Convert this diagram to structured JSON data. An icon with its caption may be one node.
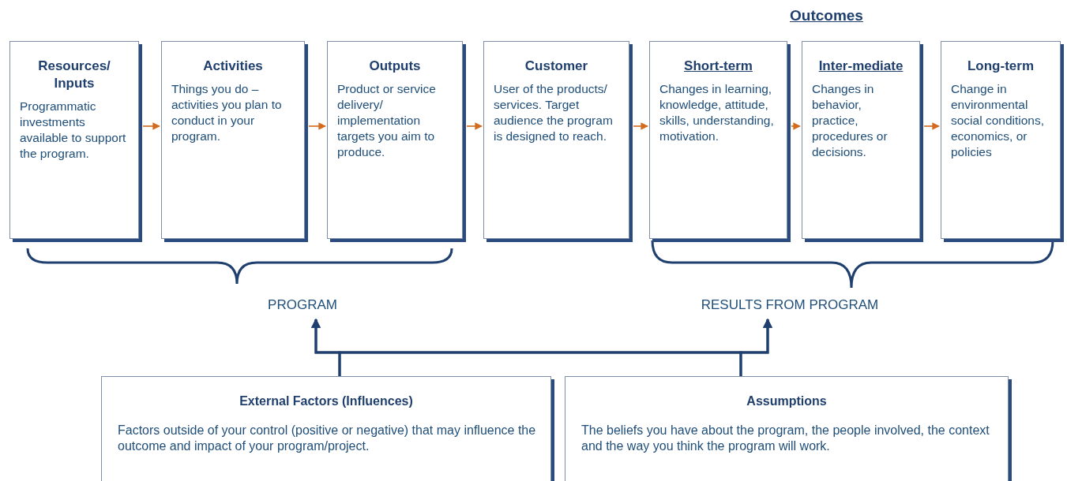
{
  "diagram": {
    "nodes": [
      {
        "text": [
          "Resources/ Inputs",
          "Programmatic investments available to support the program."
        ]
      },
      {
        "text": [
          "Activities",
          "Things you do – activities you plan to conduct in your program."
        ]
      },
      {
        "text": [
          "Outputs",
          "Product or service delivery/ implementation targets you aim to produce."
        ]
      },
      {
        "text": [
          "Customer",
          "User of the products/ services. Target audience the program is designed to reach."
        ]
      },
      {
        "text": [
          "Short-term",
          "Changes in learning, knowledge, attitude, skills, understanding, motivation."
        ]
      },
      {
        "text": [
          "Inter-mediate",
          "Changes in behavior, practice, procedures or decisions."
        ]
      },
      {
        "text": [
          "Long-term",
          "Change in environmental social conditions, economics, or policies"
        ]
      },
      {
        "text": [
          "PROGRAM"
        ]
      },
      {
        "text": [
          "RESULTS FROM PROGRAM"
        ]
      },
      {
        "text": [
          "External Factors (Influences)",
          "Factors outside of your control (positive or negative) that may influence the outcome and impact of your program/project."
        ]
      },
      {
        "text": [
          "Assumptions",
          "The beliefs you have about the program, the people involved, the context and the way you think the program will work."
        ]
      }
    ],
    "edges": [
      {
        "from": 0,
        "to": 1,
        "arrow": "to"
      },
      {
        "from": 1,
        "to": 2,
        "arrow": "to"
      },
      {
        "from": 2,
        "to": 3,
        "arrow": "to"
      },
      {
        "from": 3,
        "to": 4,
        "arrow": "to"
      },
      {
        "from": 4,
        "to": 5,
        "arrow": "to"
      },
      {
        "from": 5,
        "to": 6,
        "arrow": "to"
      },
      {
        "from": 9,
        "to": 7,
        "arrow": "to",
        "color": "#1f3f6e"
      },
      {
        "from": 9,
        "to": 8,
        "arrow": "to",
        "color": "#1f3f6e"
      },
      {
        "from": 10,
        "to": 7,
        "arrow": "to",
        "color": "#1f3f6e"
      },
      {
        "from": 10,
        "to": 8,
        "arrow": "to",
        "color": "#1f3f6e"
      }
    ],
    "labels": [
      "Outcomes"
    ]
  }
}
